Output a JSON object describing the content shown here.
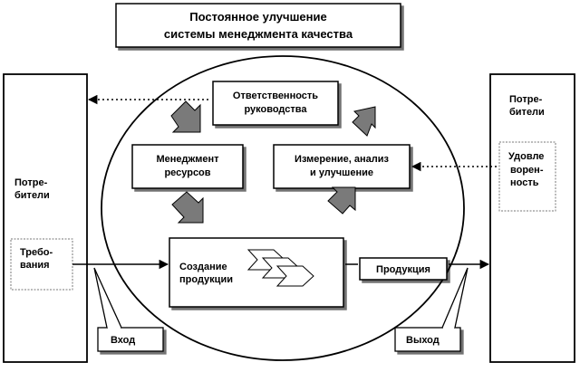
{
  "title": {
    "line1": "Постоянное улучшение",
    "line2": "системы менеджмента качества"
  },
  "left_panel": {
    "label_line1": "Потре-",
    "label_line2": "бители",
    "box_line1": "Требо-",
    "box_line2": "вания"
  },
  "right_panel": {
    "label_line1": "Потре-",
    "label_line2": "бители",
    "box_line1": "Удовле",
    "box_line2": "ворен-",
    "box_line3": "ность"
  },
  "processes": {
    "responsibility_line1": "Ответственность",
    "responsibility_line2": "руководства",
    "resources_line1": "Менеджмент",
    "resources_line2": "ресурсов",
    "measurement_line1": "Измерение, анализ",
    "measurement_line2": "и улучшение",
    "realization_line1": "Создание",
    "realization_line2": "продукции"
  },
  "product_label": "Продукция",
  "input_label": "Вход",
  "output_label": "Выход"
}
